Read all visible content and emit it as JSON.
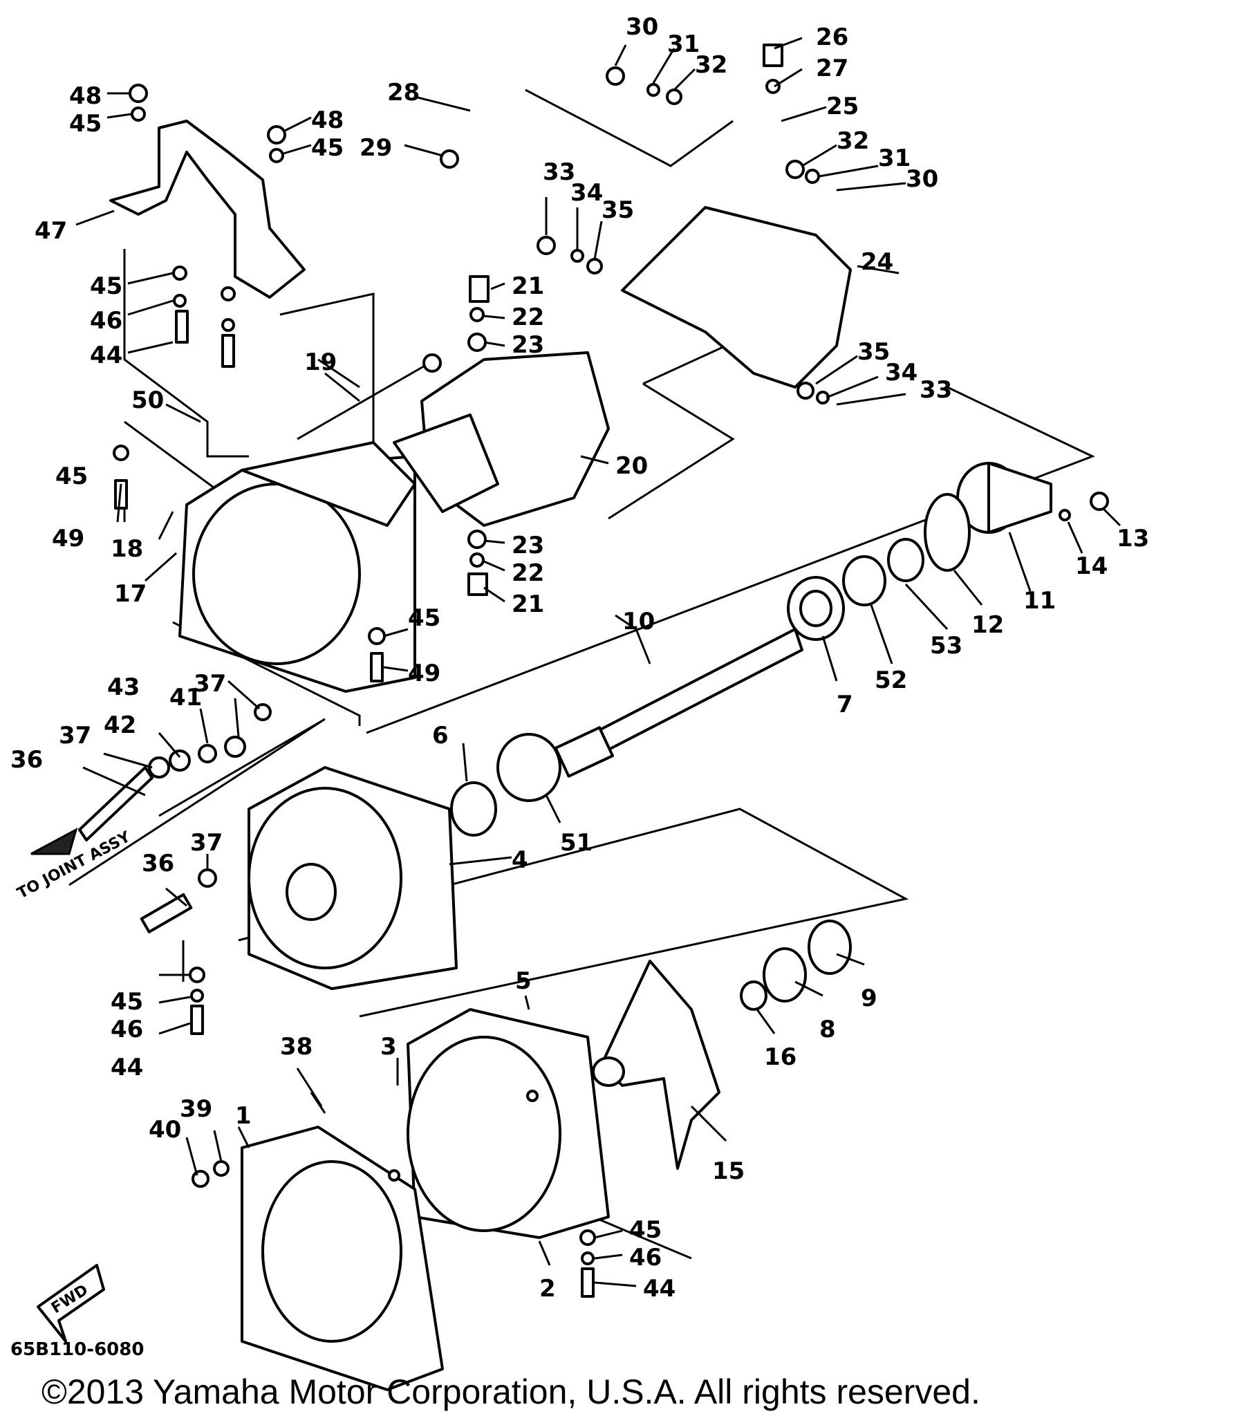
{
  "diagram": {
    "code": "65B110-6080",
    "copyright": "©2013 Yamaha Motor Corporation, U.S.A. All rights reserved.",
    "direction_label": "TO JOINT ASSY",
    "fwd_label": "FWD",
    "callouts": [
      "1",
      "2",
      "3",
      "4",
      "5",
      "6",
      "7",
      "8",
      "9",
      "10",
      "11",
      "12",
      "13",
      "14",
      "15",
      "16",
      "17",
      "18",
      "19",
      "20",
      "21",
      "22",
      "23",
      "24",
      "25",
      "26",
      "27",
      "28",
      "29",
      "30",
      "31",
      "32",
      "33",
      "34",
      "35",
      "36",
      "37",
      "38",
      "39",
      "40",
      "41",
      "42",
      "43",
      "44",
      "45",
      "46",
      "47",
      "48",
      "49",
      "50",
      "51",
      "52",
      "53"
    ]
  }
}
